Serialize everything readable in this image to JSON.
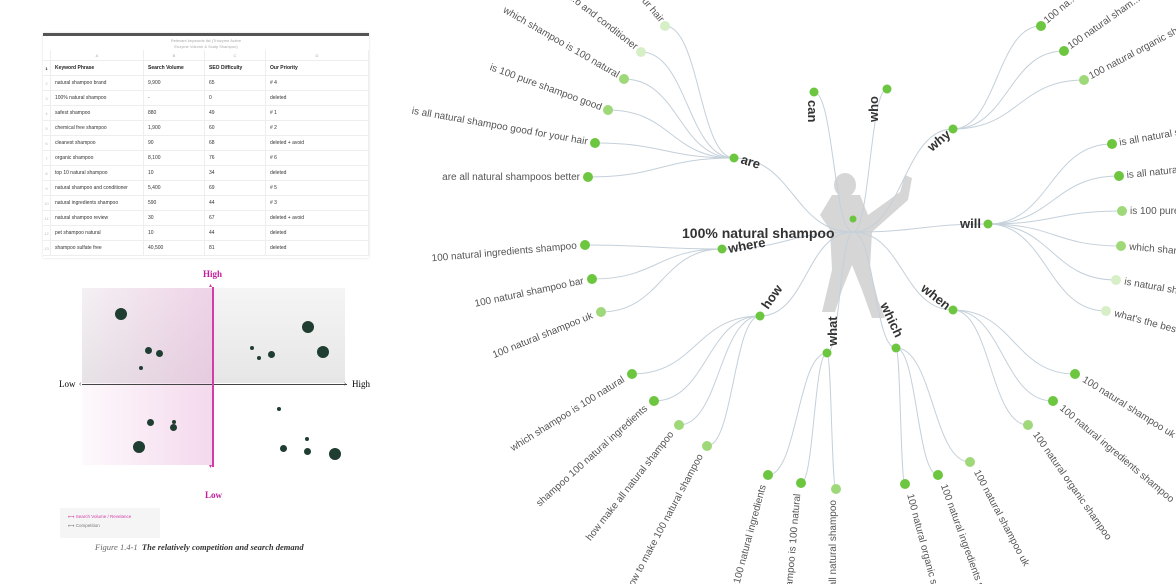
{
  "sheet": {
    "title_line1": "Relevant keywords list (Triozyme Active",
    "title_line2": "Enzyme Volume & Scalp Shampoo)",
    "column_letters": [
      "A",
      "B",
      "C",
      "D"
    ],
    "headers": [
      "Keyword Phrase",
      "Search Volume",
      "SEO Difficulty",
      "Our Priority"
    ],
    "rows": [
      {
        "n": "2",
        "keyword": "natural shampoo brand",
        "volume": "9,900",
        "difficulty": "65",
        "priority": "# 4"
      },
      {
        "n": "3",
        "keyword": "100% natural shampoo",
        "volume": "-",
        "difficulty": "0",
        "priority": "deleted"
      },
      {
        "n": "4",
        "keyword": "safest shampoo",
        "volume": "880",
        "difficulty": "49",
        "priority": "# 1"
      },
      {
        "n": "5",
        "keyword": "chemical free shampoo",
        "volume": "1,900",
        "difficulty": "60",
        "priority": "# 2"
      },
      {
        "n": "6",
        "keyword": "cleanest shampoo",
        "volume": "90",
        "difficulty": "68",
        "priority": "deleted + avoid"
      },
      {
        "n": "7",
        "keyword": "organic shampoo",
        "volume": "8,100",
        "difficulty": "76",
        "priority": "# 6"
      },
      {
        "n": "8",
        "keyword": "top 10 natural shampoo",
        "volume": "10",
        "difficulty": "34",
        "priority": "deleted"
      },
      {
        "n": "9",
        "keyword": "natural shampoo and conditioner",
        "volume": "5,400",
        "difficulty": "69",
        "priority": "# 5"
      },
      {
        "n": "10",
        "keyword": "natural ingredients shampoo",
        "volume": "590",
        "difficulty": "44",
        "priority": "# 3"
      },
      {
        "n": "11",
        "keyword": "natural shampoo review",
        "volume": "30",
        "difficulty": "67",
        "priority": "deleted + avoid"
      },
      {
        "n": "12",
        "keyword": "pet shampoo natural",
        "volume": "10",
        "difficulty": "44",
        "priority": "deleted"
      },
      {
        "n": "13",
        "keyword": "shampoo sulfate free",
        "volume": "40,500",
        "difficulty": "81",
        "priority": "deleted"
      }
    ]
  },
  "quadrant": {
    "y_high": "High",
    "y_low": "Low",
    "x_low": "Low",
    "x_high": "High",
    "legend_pink": "Search Volume / Revelance",
    "legend_gray": "Competition",
    "caption_prefix": "Figure  1.4-1",
    "caption_title": "The relatively competition and search demand",
    "colors": {
      "accent": "#d23da7",
      "dot": "#1f3d30"
    }
  },
  "mindmap": {
    "root": "100% natural shampoo",
    "branches": {
      "are": [
        "are all natural shampoos better",
        "is all natural shampoo good for your hair",
        "is 100 pure shampoo good",
        "which shampoo is 100 natural",
        "...o and conditioner",
        "...our hair"
      ],
      "can": [],
      "who": [],
      "why": [
        "100 na...",
        "100 natural sham...",
        "100 natural organic sh..."
      ],
      "will": [
        "is all natural s...",
        "is all natura...",
        "is 100 pure...",
        "which sham...",
        "is natural sh...",
        "what's the best..."
      ],
      "when": [
        "100 natural shampoo uk",
        "100 natural ingredients shampoo",
        "100 natural organic shampoo"
      ],
      "which": [
        "100 natural organic s...",
        "100 natural ingredients s...",
        "100 natural shampoo uk"
      ],
      "what": [
        "...100 natural ingredients",
        "...ampoo is 100 natural",
        "...all natural shampoo"
      ],
      "how": [
        "which shampoo is 100 natural",
        "shampoo 100 natural ingredients",
        "how make all natural shampoo",
        "how to make 100 natural shampoo"
      ],
      "where": [
        "100 natural ingredients shampoo",
        "100 natural shampoo bar",
        "100 natural shampoo uk"
      ]
    },
    "colors": {
      "node_dark": "#6cc63f",
      "node_mid": "#9fd879",
      "node_light": "#d7efc6",
      "link": "#c4d0da"
    }
  }
}
